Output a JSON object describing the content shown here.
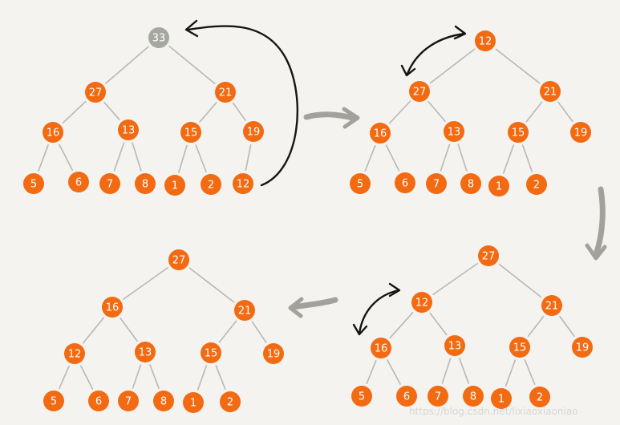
{
  "colors": {
    "node_fill": "#f26a12",
    "removed_node_fill": "#a7a7a2",
    "edge": "#b9b8b4",
    "swap_arrow": "#151515",
    "flow_arrow": "#a3a19c",
    "background": "#f4f3ef"
  },
  "panels": [
    {
      "id": "step1",
      "nodes": [
        {
          "id": "a",
          "value": "33",
          "state": "removed"
        },
        {
          "id": "b",
          "value": "27"
        },
        {
          "id": "c",
          "value": "21"
        },
        {
          "id": "d",
          "value": "16"
        },
        {
          "id": "e",
          "value": "13"
        },
        {
          "id": "f",
          "value": "15"
        },
        {
          "id": "g",
          "value": "19"
        },
        {
          "id": "h",
          "value": "5"
        },
        {
          "id": "i",
          "value": "6"
        },
        {
          "id": "j",
          "value": "7"
        },
        {
          "id": "k",
          "value": "8"
        },
        {
          "id": "l",
          "value": "1"
        },
        {
          "id": "m",
          "value": "2"
        },
        {
          "id": "n",
          "value": "12"
        }
      ],
      "edges": [
        [
          "a",
          "b"
        ],
        [
          "a",
          "c"
        ],
        [
          "b",
          "d"
        ],
        [
          "b",
          "e"
        ],
        [
          "c",
          "f"
        ],
        [
          "c",
          "g"
        ],
        [
          "d",
          "h"
        ],
        [
          "d",
          "i"
        ],
        [
          "e",
          "j"
        ],
        [
          "e",
          "k"
        ],
        [
          "f",
          "l"
        ],
        [
          "f",
          "m"
        ],
        [
          "g",
          "n"
        ]
      ]
    },
    {
      "id": "step2",
      "nodes": [
        {
          "id": "a",
          "value": "12"
        },
        {
          "id": "b",
          "value": "27"
        },
        {
          "id": "c",
          "value": "21"
        },
        {
          "id": "d",
          "value": "16"
        },
        {
          "id": "e",
          "value": "13"
        },
        {
          "id": "f",
          "value": "15"
        },
        {
          "id": "g",
          "value": "19"
        },
        {
          "id": "h",
          "value": "5"
        },
        {
          "id": "i",
          "value": "6"
        },
        {
          "id": "j",
          "value": "7"
        },
        {
          "id": "k",
          "value": "8"
        },
        {
          "id": "l",
          "value": "1"
        },
        {
          "id": "m",
          "value": "2"
        }
      ],
      "edges": [
        [
          "a",
          "b"
        ],
        [
          "a",
          "c"
        ],
        [
          "b",
          "d"
        ],
        [
          "b",
          "e"
        ],
        [
          "c",
          "f"
        ],
        [
          "c",
          "g"
        ],
        [
          "d",
          "h"
        ],
        [
          "d",
          "i"
        ],
        [
          "e",
          "j"
        ],
        [
          "e",
          "k"
        ],
        [
          "f",
          "l"
        ],
        [
          "f",
          "m"
        ]
      ]
    },
    {
      "id": "step3",
      "nodes": [
        {
          "id": "a",
          "value": "27"
        },
        {
          "id": "b",
          "value": "12"
        },
        {
          "id": "c",
          "value": "21"
        },
        {
          "id": "d",
          "value": "16"
        },
        {
          "id": "e",
          "value": "13"
        },
        {
          "id": "f",
          "value": "15"
        },
        {
          "id": "g",
          "value": "19"
        },
        {
          "id": "h",
          "value": "5"
        },
        {
          "id": "i",
          "value": "6"
        },
        {
          "id": "j",
          "value": "7"
        },
        {
          "id": "k",
          "value": "8"
        },
        {
          "id": "l",
          "value": "1"
        },
        {
          "id": "m",
          "value": "2"
        }
      ],
      "edges": [
        [
          "a",
          "b"
        ],
        [
          "a",
          "c"
        ],
        [
          "b",
          "d"
        ],
        [
          "b",
          "e"
        ],
        [
          "c",
          "f"
        ],
        [
          "c",
          "g"
        ],
        [
          "d",
          "h"
        ],
        [
          "d",
          "i"
        ],
        [
          "e",
          "j"
        ],
        [
          "e",
          "k"
        ],
        [
          "f",
          "l"
        ],
        [
          "f",
          "m"
        ]
      ]
    },
    {
      "id": "step4",
      "nodes": [
        {
          "id": "a",
          "value": "27"
        },
        {
          "id": "b",
          "value": "16"
        },
        {
          "id": "c",
          "value": "21"
        },
        {
          "id": "d",
          "value": "12"
        },
        {
          "id": "e",
          "value": "13"
        },
        {
          "id": "f",
          "value": "15"
        },
        {
          "id": "g",
          "value": "19"
        },
        {
          "id": "h",
          "value": "5"
        },
        {
          "id": "i",
          "value": "6"
        },
        {
          "id": "j",
          "value": "7"
        },
        {
          "id": "k",
          "value": "8"
        },
        {
          "id": "l",
          "value": "1"
        },
        {
          "id": "m",
          "value": "2"
        }
      ],
      "edges": [
        [
          "a",
          "b"
        ],
        [
          "a",
          "c"
        ],
        [
          "b",
          "d"
        ],
        [
          "b",
          "e"
        ],
        [
          "c",
          "f"
        ],
        [
          "c",
          "g"
        ],
        [
          "d",
          "h"
        ],
        [
          "d",
          "i"
        ],
        [
          "e",
          "j"
        ],
        [
          "e",
          "k"
        ],
        [
          "f",
          "l"
        ],
        [
          "f",
          "m"
        ]
      ]
    }
  ],
  "watermark": "https://blog.csdn.net/lixiaoxiaoniao"
}
